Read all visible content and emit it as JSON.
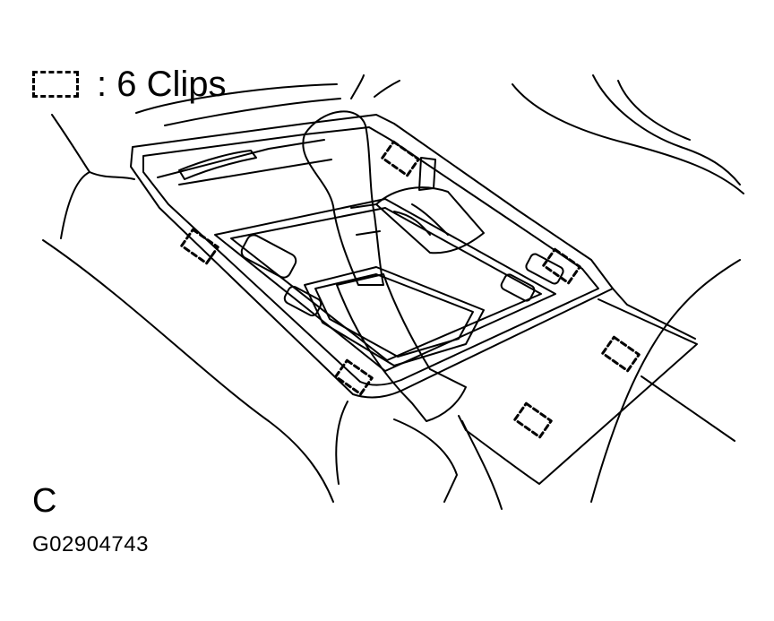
{
  "legend": {
    "symbol": "dashed-clip-box-icon",
    "label": ": 6 Clips"
  },
  "view_label": "C",
  "figure_id": "G02904743",
  "clip_count": 6,
  "colors": {
    "line": "#000000",
    "background": "#ffffff"
  }
}
